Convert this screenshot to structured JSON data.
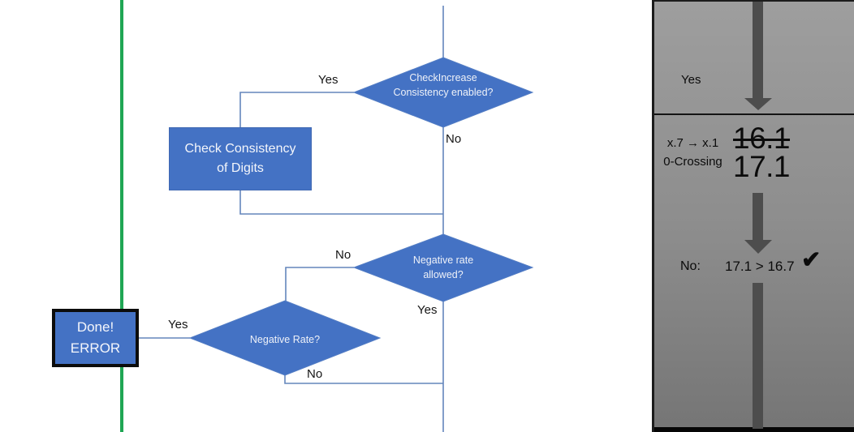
{
  "slide": {
    "type": "flowchart-slide"
  },
  "colors": {
    "node_blue": "#4472C4",
    "connector_blue": "#6486BC",
    "green_line": "#1FA654",
    "panel_gray_top": "#9E9E9E",
    "panel_gray_bottom": "#757575",
    "arrow_gray": "#4D4D4D",
    "terminator_border": "#0C0C0C"
  },
  "flowchart": {
    "decision_top": {
      "text": "CheckIncrease Consistency enabled?",
      "yes": "Yes",
      "no": "No"
    },
    "process": {
      "text": "Check Consistency of Digits"
    },
    "decision_mid": {
      "text": "Negative rate allowed?",
      "no": "No",
      "yes": "Yes"
    },
    "decision_bottom": {
      "text": "Negative Rate?",
      "yes": "Yes",
      "no": "No"
    },
    "terminator": {
      "line1": "Done!",
      "line2": "ERROR"
    }
  },
  "panel": {
    "yes_label": "Yes",
    "note_line1": "x.7 → x.1",
    "note_line2": "0-Crossing",
    "value_old": "16.1",
    "value_new": "17.1",
    "result_label": "No:",
    "result_comparison": "17.1 > 16.7",
    "check_icon": "✔"
  }
}
